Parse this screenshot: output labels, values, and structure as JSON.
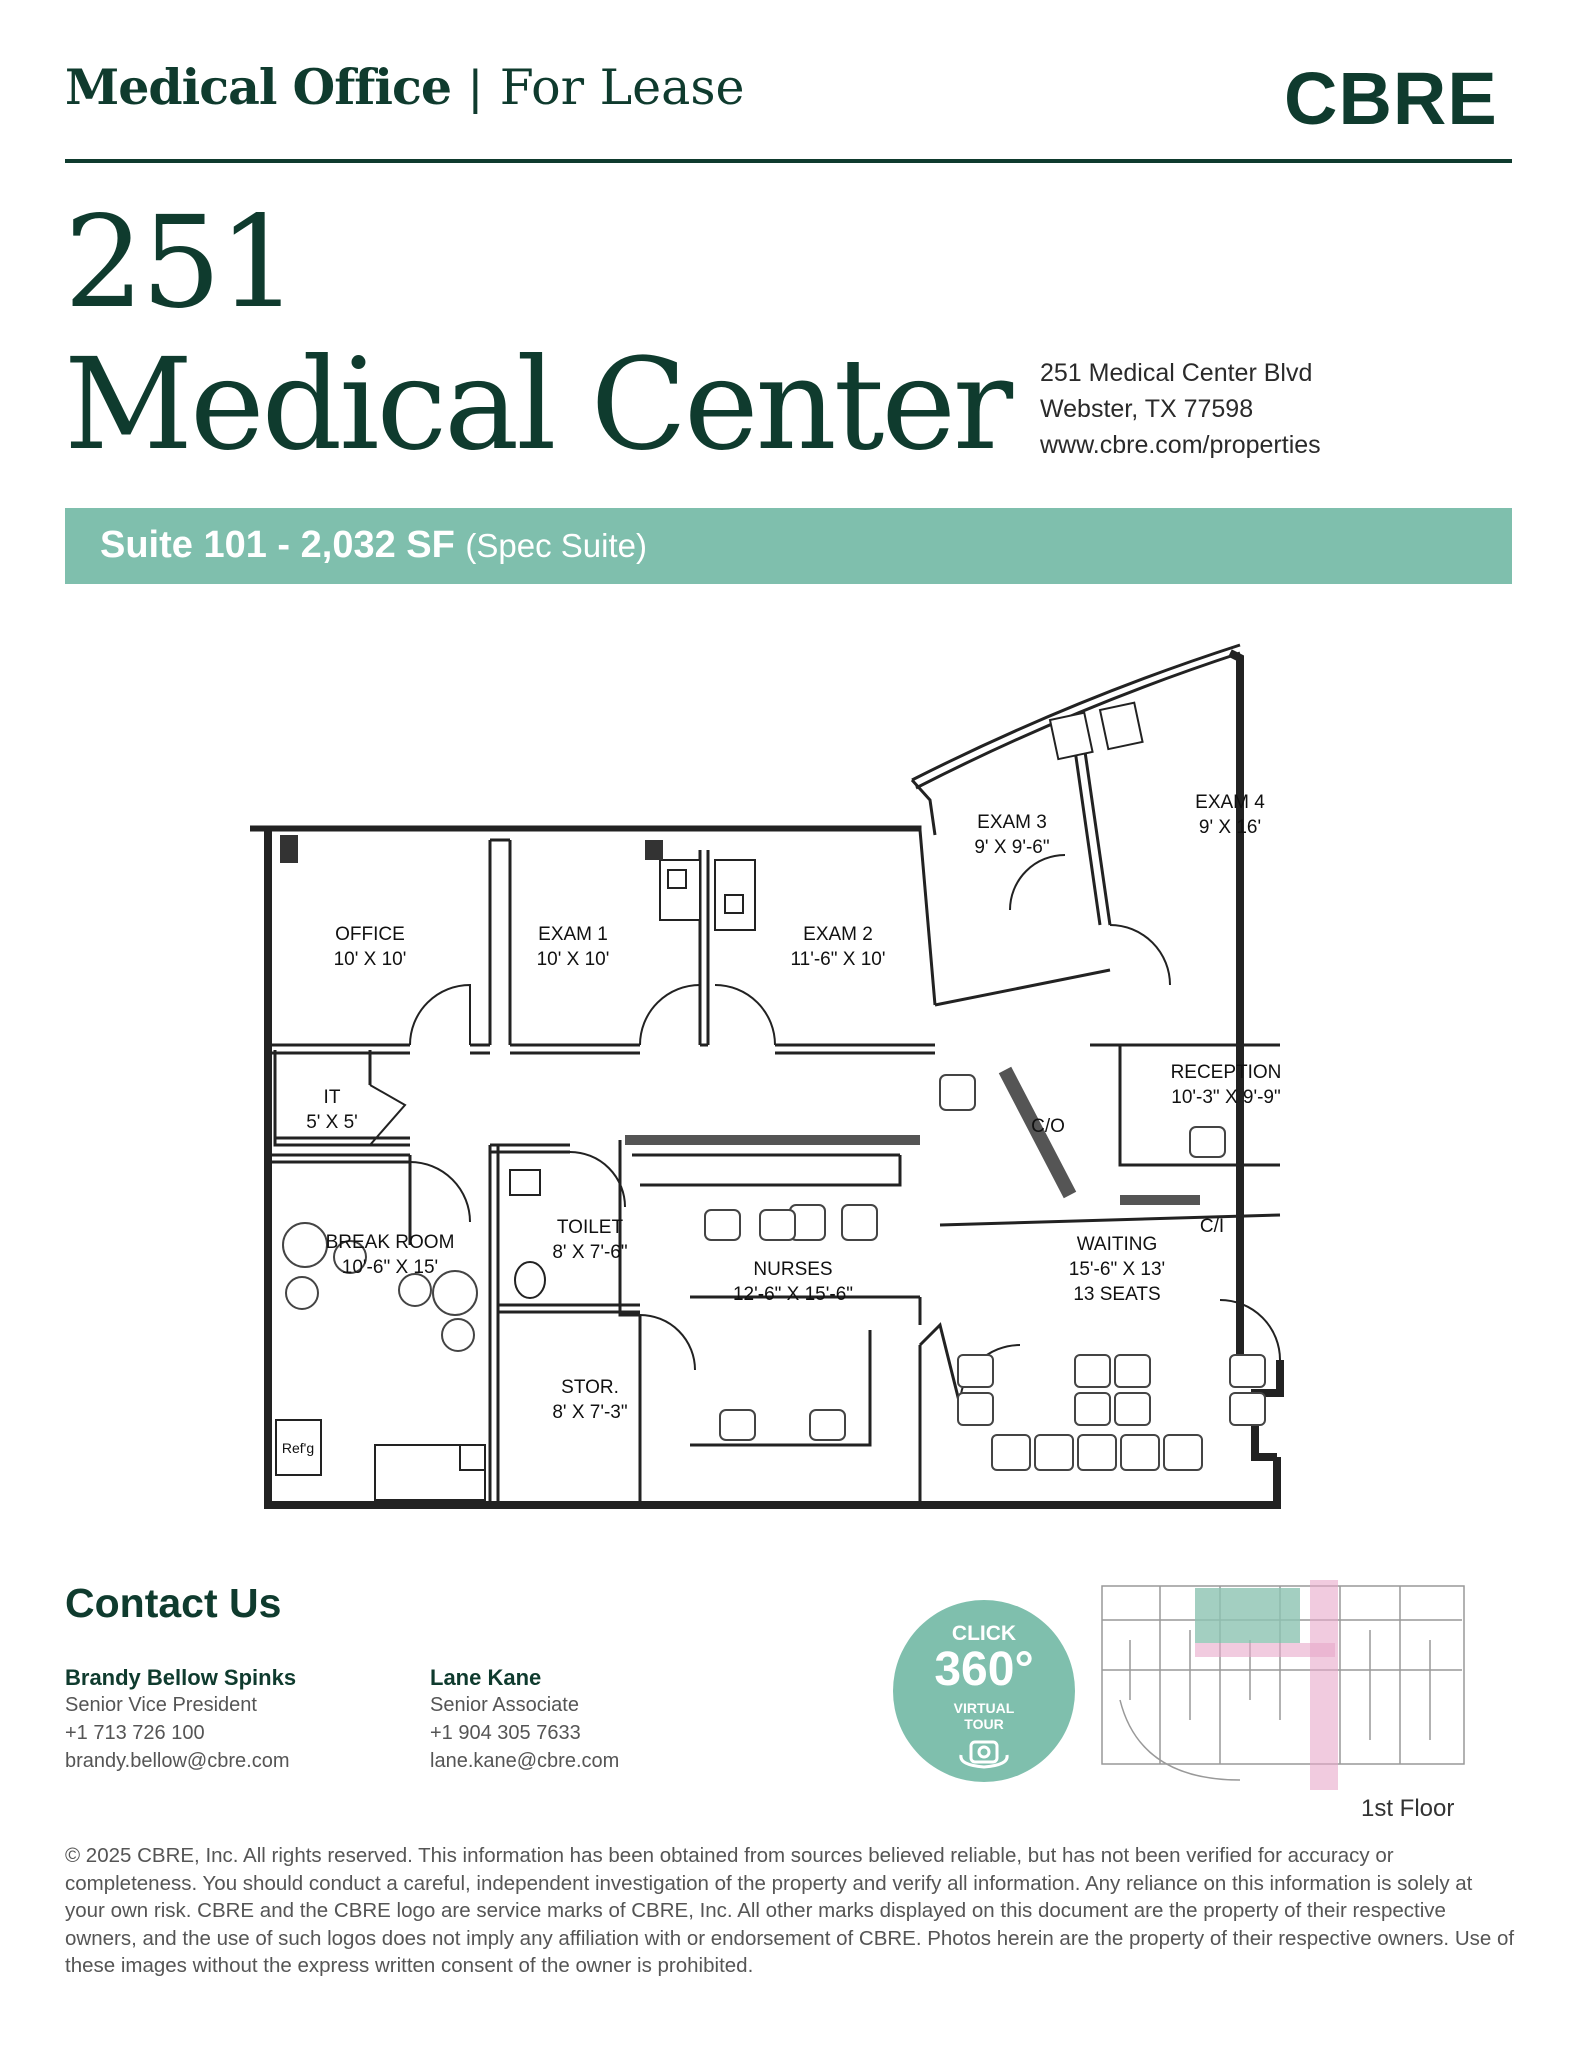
{
  "header": {
    "category": "Medical Office",
    "status": "For Lease",
    "brand": "CBRE"
  },
  "property": {
    "title_line1": "251",
    "title_line2": "Medical Center",
    "address_line1": "251 Medical Center Blvd",
    "address_line2": "Webster, TX 77598",
    "website": "www.cbre.com/properties"
  },
  "suite": {
    "label": "Suite 101 - 2,032 SF",
    "note": "(Spec Suite)"
  },
  "floorplan": {
    "rooms": [
      {
        "name": "OFFICE",
        "dims": "10' X 10'"
      },
      {
        "name": "EXAM 1",
        "dims": "10' X 10'"
      },
      {
        "name": "EXAM 2",
        "dims": "11'-6\" X 10'"
      },
      {
        "name": "EXAM 3",
        "dims": "9' X 9'-6\""
      },
      {
        "name": "EXAM 4",
        "dims": "9' X 16'"
      },
      {
        "name": "IT",
        "dims": "5' X 5'"
      },
      {
        "name": "RECEPTION",
        "dims": "10'-3\" X 9'-9\""
      },
      {
        "name": "BREAK ROOM",
        "dims": "10'-6\" X 15'"
      },
      {
        "name": "TOILET",
        "dims": "8' X 7'-6\""
      },
      {
        "name": "NURSES",
        "dims": "12'-6\" X 15'-6\""
      },
      {
        "name": "WAITING",
        "dims": "15'-6\" X 13'",
        "extra": "13 SEATS"
      },
      {
        "name": "STOR.",
        "dims": "8' X 7'-3\""
      }
    ],
    "labels": {
      "co": "C/O",
      "ci": "C/I",
      "refg": "Ref'g"
    }
  },
  "contact": {
    "heading": "Contact Us",
    "people": [
      {
        "name": "Brandy Bellow Spinks",
        "title": "Senior Vice President",
        "phone": "+1 713 726 100",
        "email": "brandy.bellow@cbre.com"
      },
      {
        "name": "Lane Kane",
        "title": "Senior Associate",
        "phone": "+1 904 305 7633",
        "email": "lane.kane@cbre.com"
      }
    ]
  },
  "virtual_tour": {
    "line1": "CLICK",
    "line2": "360°",
    "line3": "VIRTUAL",
    "line4": "TOUR",
    "icon": "camera-360-icon"
  },
  "keyplan": {
    "label": "1st Floor"
  },
  "colors": {
    "brand_green": "#0f3b2e",
    "accent_teal": "#7fbfad",
    "highlight_pink": "#e7a9c9"
  },
  "disclaimer": "© 2025 CBRE, Inc. All rights reserved. This information has been obtained from sources believed reliable, but has not been verified for accuracy or completeness. You should conduct a careful, independent investigation of the property and verify all information. Any reliance on this information is solely at your own risk. CBRE and the CBRE logo are service marks of CBRE, Inc. All other marks displayed on this document are the property of their respective owners, and the use of such logos does not imply any affiliation with or endorsement of CBRE. Photos herein are the property of their respective owners. Use of these images without the express written consent of the owner is prohibited."
}
